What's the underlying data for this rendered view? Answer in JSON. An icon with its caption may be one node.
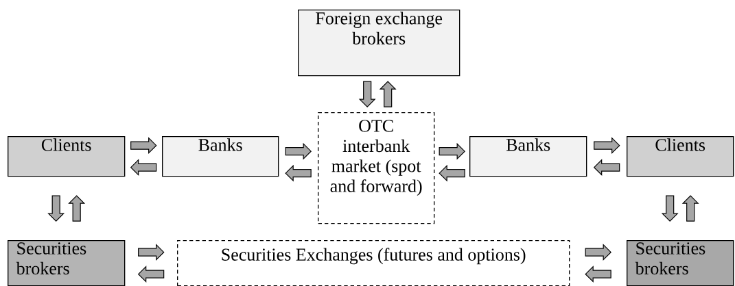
{
  "diagram": {
    "nodes": [
      {
        "text": [
          "Foreign exchange brokers"
        ]
      },
      {
        "text": [
          "Clients"
        ]
      },
      {
        "text": [
          "Banks"
        ]
      },
      {
        "text": [
          "OTC interbank market (spot and forward)"
        ]
      },
      {
        "text": [
          "Banks"
        ]
      },
      {
        "text": [
          "Clients"
        ]
      },
      {
        "text": [
          "Securities brokers"
        ]
      },
      {
        "text": [
          "Securities Exchanges (futures and options)"
        ]
      },
      {
        "text": [
          "Securities brokers"
        ]
      }
    ],
    "edges": [
      {
        "from": 1,
        "to": 2,
        "arrow": "to"
      },
      {
        "from": 2,
        "to": 1,
        "arrow": "to"
      },
      {
        "from": 2,
        "to": 3,
        "arrow": "to"
      },
      {
        "from": 3,
        "to": 2,
        "arrow": "to"
      },
      {
        "from": 3,
        "to": 4,
        "arrow": "to"
      },
      {
        "from": 4,
        "to": 3,
        "arrow": "to"
      },
      {
        "from": 4,
        "to": 5,
        "arrow": "to"
      },
      {
        "from": 5,
        "to": 4,
        "arrow": "to"
      },
      {
        "from": 0,
        "to": 3,
        "arrow": "to"
      },
      {
        "from": 3,
        "to": 0,
        "arrow": "to"
      },
      {
        "from": 1,
        "to": 6,
        "arrow": "to"
      },
      {
        "from": 6,
        "to": 1,
        "arrow": "to"
      },
      {
        "from": 5,
        "to": 8,
        "arrow": "to"
      },
      {
        "from": 8,
        "to": 5,
        "arrow": "to"
      },
      {
        "from": 6,
        "to": 7,
        "arrow": "to"
      },
      {
        "from": 7,
        "to": 6,
        "arrow": "to"
      },
      {
        "from": 7,
        "to": 8,
        "arrow": "to"
      },
      {
        "from": 8,
        "to": 7,
        "arrow": "to"
      }
    ]
  }
}
